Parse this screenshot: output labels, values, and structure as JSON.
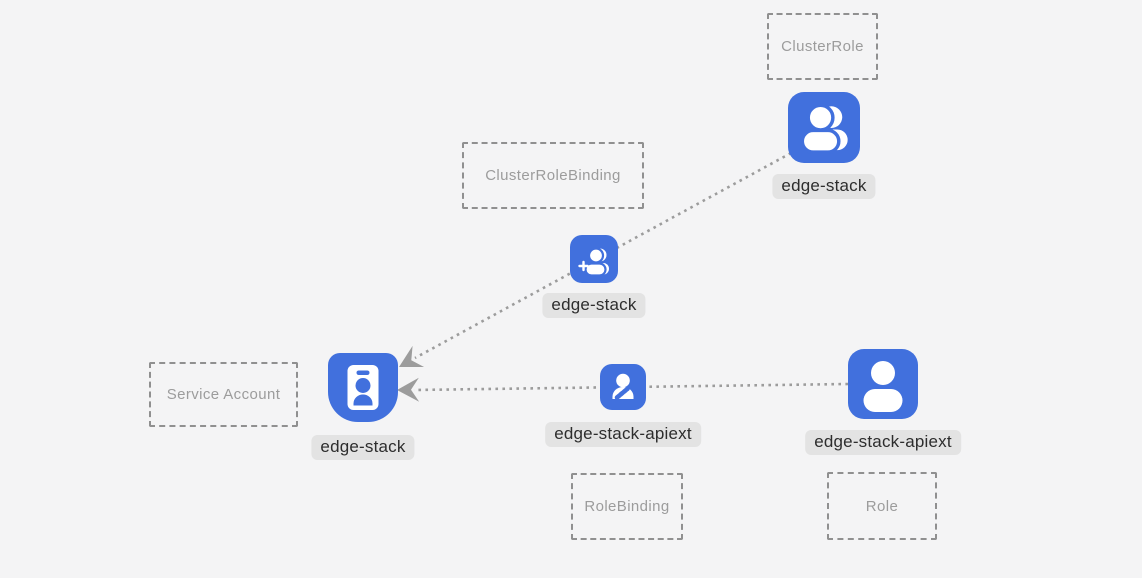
{
  "diagram": {
    "type": "diagram",
    "type_boxes": [
      {
        "label": "ClusterRole"
      },
      {
        "label": "ClusterRoleBinding"
      },
      {
        "label": "Service Account"
      },
      {
        "label": "RoleBinding"
      },
      {
        "label": "Role"
      }
    ],
    "nodes": [
      {
        "label": "edge-stack",
        "icon": "users-icon"
      },
      {
        "label": "edge-stack",
        "icon": "user-plus-icon"
      },
      {
        "label": "edge-stack",
        "icon": "id-badge-icon"
      },
      {
        "label": "edge-stack-apiext",
        "icon": "user-edit-icon"
      },
      {
        "label": "edge-stack-apiext",
        "icon": "user-icon"
      }
    ],
    "edges": [
      {
        "from": 0,
        "through": 1,
        "to": 2,
        "style": "dotted-arrow"
      },
      {
        "from": 4,
        "through": 3,
        "to": 2,
        "style": "dotted-arrow"
      }
    ],
    "colors": {
      "background": "#f4f4f5",
      "icon_blue": "#4170dd",
      "glyph_white": "#ffffff",
      "label_bg": "#e3e3e3",
      "label_text": "#2d2d2d",
      "box_border": "#909090",
      "box_text": "#9c9c9c",
      "line_gray": "#9c9c9c"
    }
  }
}
